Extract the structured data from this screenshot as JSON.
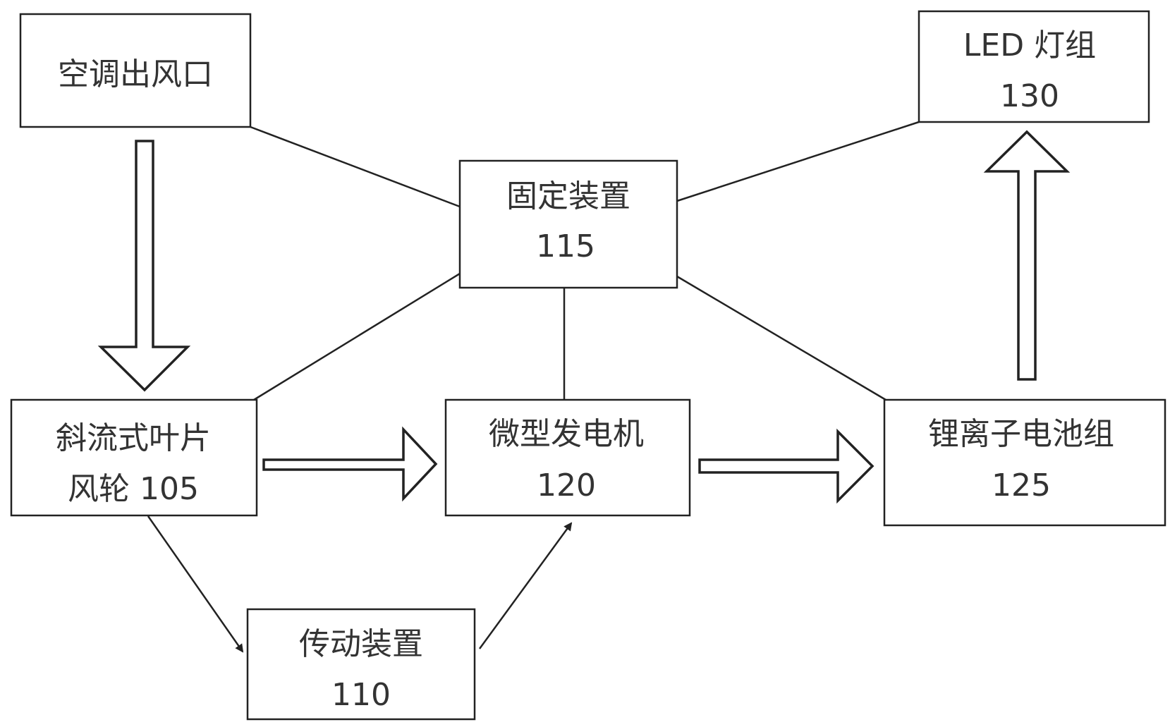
{
  "boxes": {
    "ac_outlet": {
      "line1": "空调出风口",
      "line2": ""
    },
    "led": {
      "line1": "LED 灯组",
      "line2": "130"
    },
    "fixing": {
      "line1": "固定装置",
      "line2": "115"
    },
    "impeller": {
      "line1": "斜流式叶片",
      "line2": "风轮 105"
    },
    "generator": {
      "line1": "微型发电机",
      "line2": "120"
    },
    "battery": {
      "line1": "锂离子电池组",
      "line2": "125"
    },
    "transmission": {
      "line1": "传动装置",
      "line2": "110"
    }
  },
  "colors": {
    "stroke": "#222222",
    "text": "#333333",
    "background": "#ffffff"
  }
}
